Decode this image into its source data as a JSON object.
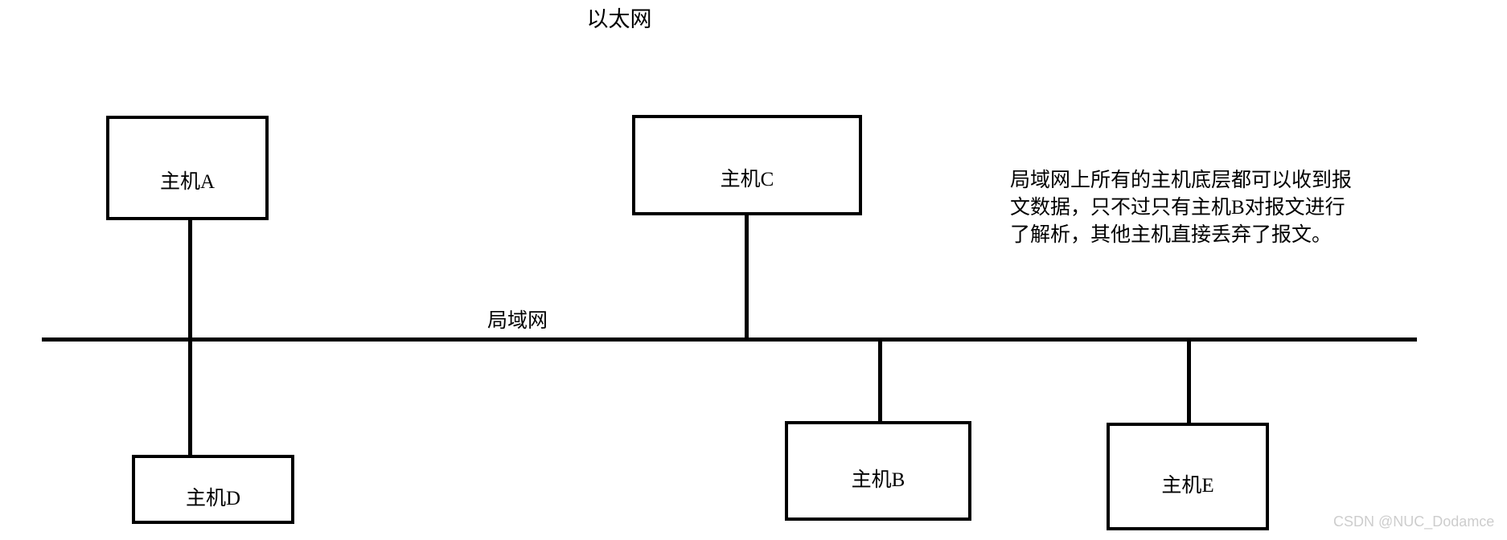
{
  "title": "以太网",
  "bus": {
    "label": "局域网",
    "color": "#000000"
  },
  "hosts": [
    {
      "id": "a",
      "label": "主机A"
    },
    {
      "id": "c",
      "label": "主机C"
    },
    {
      "id": "d",
      "label": "主机D"
    },
    {
      "id": "b",
      "label": "主机B"
    },
    {
      "id": "e",
      "label": "主机E"
    }
  ],
  "note": {
    "lines": [
      "局域网上所有的主机底层都可以收到报",
      "文数据，只不过只有主机B对报文进行",
      "了解析，其他主机直接丢弃了报文。"
    ]
  },
  "watermark": "CSDN @NUC_Dodamce",
  "colors": {
    "stroke": "#000000",
    "background": "#ffffff",
    "watermark": "#cdcdcd"
  }
}
